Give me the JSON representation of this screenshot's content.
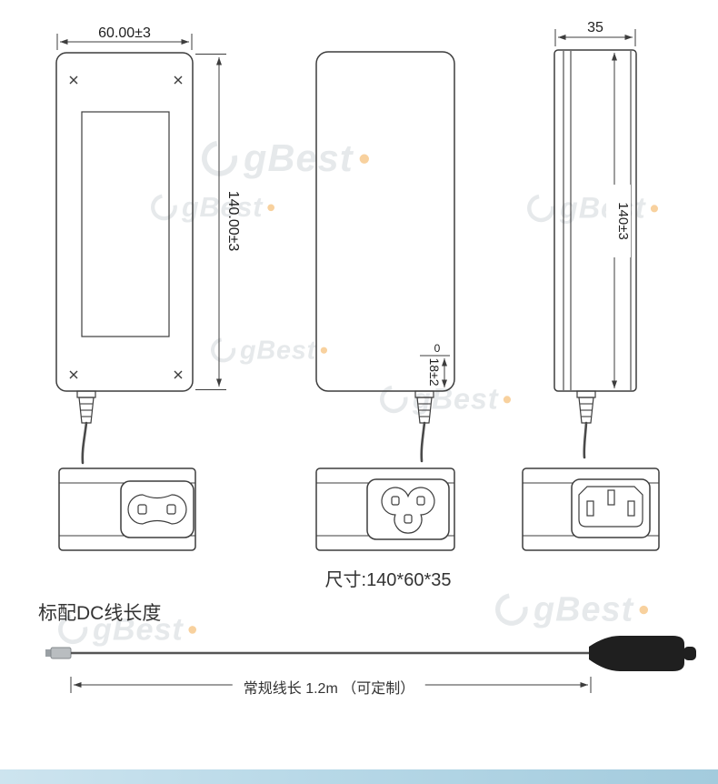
{
  "views": {
    "front": {
      "width_dim": "60.00±3",
      "height_dim": "140.00±3"
    },
    "rear": {
      "zero_mark": "0",
      "strain_relief_dim": "18±2"
    },
    "side": {
      "width_dim": "35",
      "height_dim": "140±3"
    }
  },
  "bottom_caption": "尺寸:140*60*35",
  "cable_section": {
    "heading": "标配DC线长度",
    "length_label": "常规线长 1.2m （可定制）"
  },
  "watermark": {
    "brand": "gBest"
  },
  "colors": {
    "line": "#3d3d3d",
    "plug": "#1f1f1f",
    "watermark_gray": "#e6e9eb",
    "watermark_dot": "#f3b25e",
    "footer_left": "#cde4ef",
    "footer_right": "#a3cbdd"
  }
}
